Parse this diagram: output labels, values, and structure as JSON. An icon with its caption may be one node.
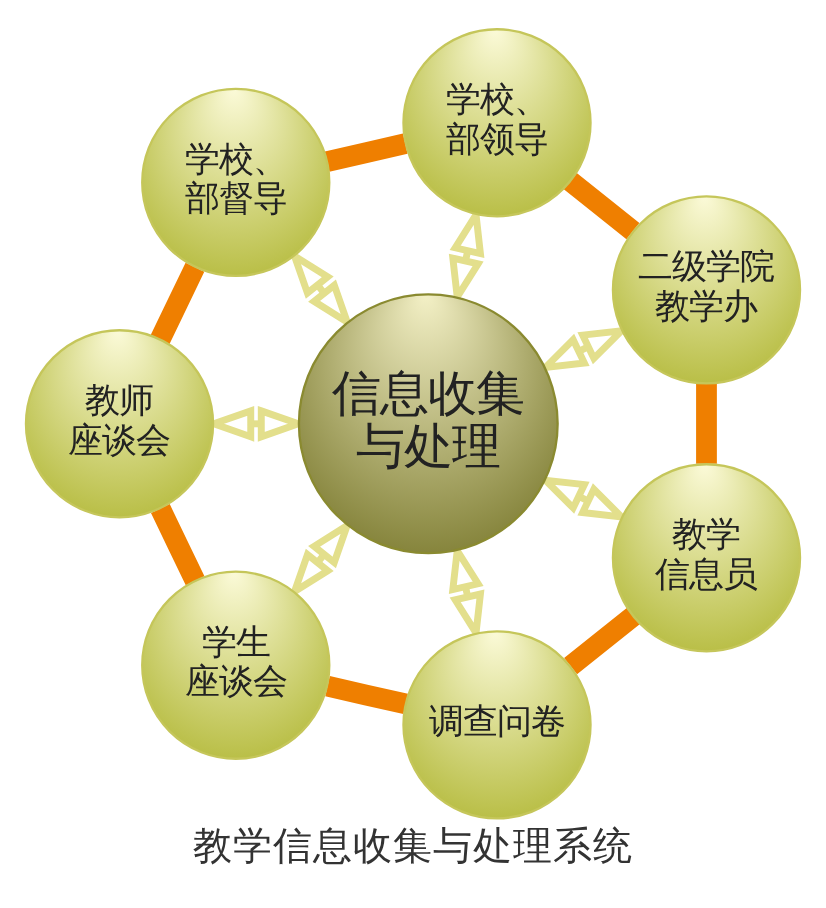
{
  "diagram": {
    "caption": "教学信息收集与处理系统",
    "nodes": [
      {
        "text": [
          "信息收集与处理"
        ]
      },
      {
        "text": [
          "学校、部领导"
        ]
      },
      {
        "text": [
          "二级学院教学办"
        ]
      },
      {
        "text": [
          "教学信息员"
        ]
      },
      {
        "text": [
          "调查问卷"
        ]
      },
      {
        "text": [
          "学生座谈会"
        ]
      },
      {
        "text": [
          "教师座谈会"
        ]
      },
      {
        "text": [
          "学校、部督导"
        ]
      }
    ],
    "edges": [
      {
        "from": 0,
        "to": 1,
        "arrow": "both",
        "color": "#e3df8c"
      },
      {
        "from": 0,
        "to": 2,
        "arrow": "both",
        "color": "#e3df8c"
      },
      {
        "from": 0,
        "to": 3,
        "arrow": "both",
        "color": "#e3df8c"
      },
      {
        "from": 0,
        "to": 4,
        "arrow": "both",
        "color": "#e3df8c"
      },
      {
        "from": 0,
        "to": 5,
        "arrow": "both",
        "color": "#e3df8c"
      },
      {
        "from": 0,
        "to": 6,
        "arrow": "both",
        "color": "#e3df8c"
      },
      {
        "from": 0,
        "to": 7,
        "arrow": "both",
        "color": "#e3df8c"
      },
      {
        "from": 1,
        "to": 2,
        "arrow": "none",
        "style": "thick",
        "color": "#ef7f00"
      },
      {
        "from": 2,
        "to": 3,
        "arrow": "none",
        "style": "thick",
        "color": "#ef7f00"
      },
      {
        "from": 3,
        "to": 4,
        "arrow": "none",
        "style": "thick",
        "color": "#ef7f00"
      },
      {
        "from": 4,
        "to": 5,
        "arrow": "none",
        "style": "thick",
        "color": "#ef7f00"
      },
      {
        "from": 5,
        "to": 6,
        "arrow": "none",
        "style": "thick",
        "color": "#ef7f00"
      },
      {
        "from": 6,
        "to": 7,
        "arrow": "none",
        "style": "thick",
        "color": "#ef7f00"
      },
      {
        "from": 7,
        "to": 1,
        "arrow": "none",
        "style": "thick",
        "color": "#ef7f00"
      }
    ]
  }
}
